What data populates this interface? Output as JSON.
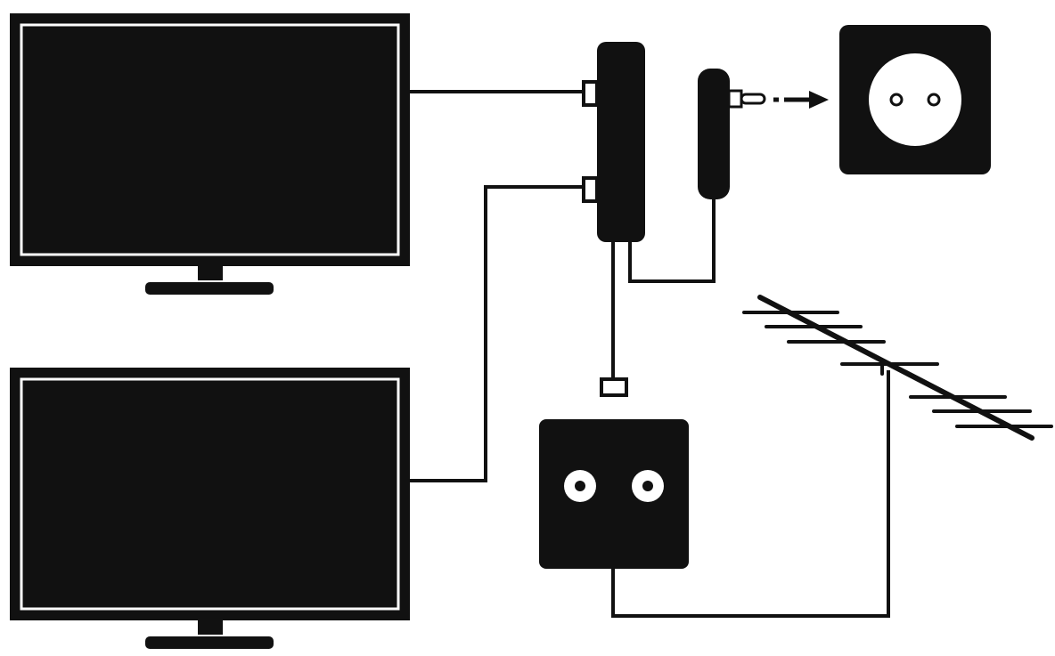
{
  "diagram": {
    "ink_color": "#111111",
    "paper_color": "#ffffff",
    "components": [
      {
        "id": "tv-top",
        "kind": "television",
        "icon": "tv-icon"
      },
      {
        "id": "tv-bottom",
        "kind": "television",
        "icon": "tv-icon"
      },
      {
        "id": "splitter",
        "kind": "signal-splitter",
        "icon": "splitter-icon",
        "ports": 2
      },
      {
        "id": "power-adapter",
        "kind": "power-adapter",
        "icon": "plug-icon"
      },
      {
        "id": "power-socket",
        "kind": "wall-power-socket",
        "icon": "power-socket-icon"
      },
      {
        "id": "antenna-wall-socket",
        "kind": "antenna-wall-socket",
        "icon": "coax-socket-icon",
        "ports": 2
      },
      {
        "id": "antenna",
        "kind": "yagi-antenna",
        "icon": "antenna-icon"
      }
    ],
    "connections": [
      {
        "from": "splitter",
        "to": "tv-top"
      },
      {
        "from": "splitter",
        "to": "tv-bottom"
      },
      {
        "from": "power-adapter",
        "to": "splitter"
      },
      {
        "from": "power-adapter",
        "to": "power-socket",
        "style": "arrow"
      },
      {
        "from": "antenna-wall-socket",
        "to": "splitter"
      },
      {
        "from": "antenna",
        "to": "antenna-wall-socket"
      }
    ]
  }
}
